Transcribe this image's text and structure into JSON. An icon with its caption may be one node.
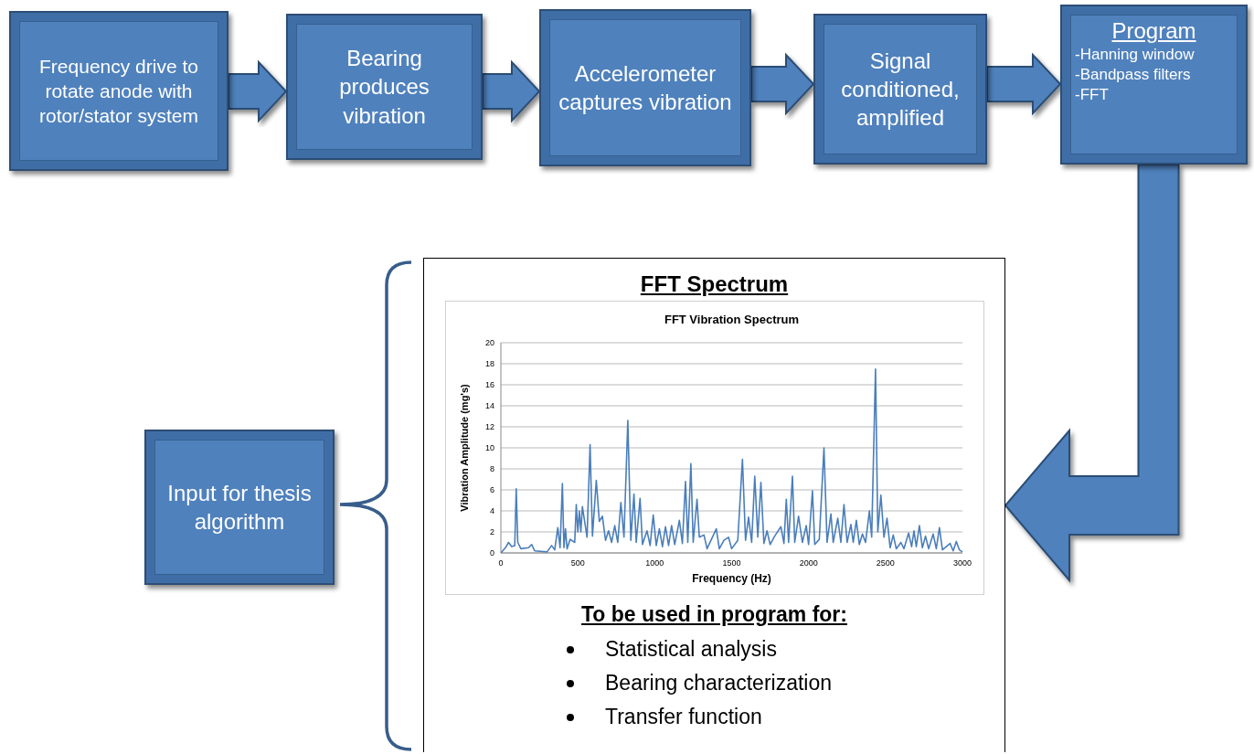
{
  "diagram": {
    "nodes": [
      {
        "text": [
          "Frequency drive to rotate anode with rotor/stator system"
        ]
      },
      {
        "text": [
          "Bearing produces vibration"
        ]
      },
      {
        "text": [
          "Accelerometer captures vibration"
        ]
      },
      {
        "text": [
          "Signal conditioned, amplified"
        ]
      },
      {
        "text": [
          "Program",
          "-Hanning window",
          "-Bandpass filters",
          "-FFT"
        ]
      },
      {
        "text": [
          "FFT Spectrum",
          "To be used in program for:",
          "Statistical analysis",
          "Bearing characterization",
          "Transfer function"
        ]
      },
      {
        "text": [
          "Input for thesis algorithm"
        ]
      }
    ],
    "edges": [
      {
        "from": 0,
        "to": 1,
        "arrow": "to"
      },
      {
        "from": 1,
        "to": 2,
        "arrow": "to"
      },
      {
        "from": 2,
        "to": 3,
        "arrow": "to"
      },
      {
        "from": 3,
        "to": 4,
        "arrow": "to"
      },
      {
        "from": 4,
        "to": 5,
        "arrow": "to"
      }
    ],
    "chart_data": {
      "type": "line",
      "grid": true,
      "title": "FFT Vibration Spectrum",
      "xlabel": "Frequency (Hz)",
      "ylabel": "Vibration Amplitude (mg's)",
      "xlim": [
        0,
        3000
      ],
      "ylim": [
        0,
        20
      ],
      "xticks": [
        0,
        500,
        1000,
        1500,
        2000,
        2500,
        3000
      ],
      "yticks": [
        0,
        2,
        4,
        6,
        8,
        10,
        12,
        14,
        16,
        18,
        20
      ],
      "x": [
        0,
        30,
        50,
        70,
        90,
        100,
        110,
        130,
        180,
        200,
        220,
        300,
        330,
        350,
        370,
        385,
        400,
        410,
        420,
        430,
        450,
        480,
        490,
        500,
        510,
        520,
        530,
        560,
        580,
        595,
        620,
        640,
        660,
        680,
        700,
        720,
        740,
        760,
        780,
        800,
        825,
        845,
        865,
        880,
        905,
        920,
        950,
        970,
        990,
        1010,
        1030,
        1050,
        1070,
        1090,
        1110,
        1130,
        1160,
        1180,
        1200,
        1215,
        1235,
        1250,
        1275,
        1290,
        1320,
        1340,
        1400,
        1420,
        1450,
        1480,
        1500,
        1540,
        1570,
        1590,
        1610,
        1630,
        1650,
        1670,
        1690,
        1710,
        1730,
        1750,
        1780,
        1820,
        1840,
        1855,
        1870,
        1895,
        1910,
        1935,
        1960,
        1985,
        2000,
        2025,
        2040,
        2070,
        2100,
        2120,
        2145,
        2160,
        2190,
        2210,
        2230,
        2250,
        2275,
        2290,
        2310,
        2330,
        2350,
        2370,
        2395,
        2410,
        2435,
        2450,
        2470,
        2490,
        2510,
        2530,
        2550,
        2570,
        2600,
        2620,
        2650,
        2670,
        2685,
        2700,
        2720,
        2740,
        2760,
        2780,
        2810,
        2830,
        2850,
        2870,
        2920,
        2940,
        2960,
        2980,
        3000
      ],
      "series": [
        {
          "color": "#4a7ebb",
          "values": [
            0,
            0.5,
            1,
            0.6,
            0.7,
            6.1,
            1,
            0.4,
            0.5,
            0.8,
            0.2,
            0.1,
            0.7,
            0.3,
            2.4,
            0.5,
            6.6,
            0.5,
            2.3,
            0.4,
            1.3,
            1,
            4.6,
            2,
            4,
            2,
            4.4,
            1.5,
            10.3,
            1.6,
            6.9,
            3,
            3.5,
            1.2,
            2.1,
            1,
            2.6,
            1,
            4.8,
            1.5,
            12.6,
            1.2,
            5.6,
            1,
            5.2,
            0.8,
            2.1,
            0.7,
            3.6,
            0.7,
            2.3,
            0.6,
            2.5,
            0.7,
            2.6,
            0.8,
            3.1,
            0.9,
            6.8,
            1,
            8.5,
            1,
            5.1,
            1.5,
            1.7,
            0.4,
            2.3,
            0.4,
            1.2,
            1.5,
            0.4,
            1.2,
            8.9,
            1.2,
            3.4,
            1,
            7.3,
            1.5,
            6.7,
            0.9,
            2.1,
            0.8,
            1.6,
            2.5,
            0.9,
            5.1,
            1,
            7.3,
            1,
            3.5,
            1,
            2.6,
            0.8,
            5.9,
            0.8,
            1.3,
            10,
            1,
            3.7,
            1,
            3.3,
            1,
            4.6,
            1,
            2.7,
            1,
            3.1,
            0.8,
            1.8,
            1,
            4,
            1.5,
            17.5,
            2,
            5.5,
            1.5,
            3.3,
            0.5,
            1.7,
            0.4,
            1,
            0.4,
            1.9,
            0.6,
            2.1,
            0.6,
            2.6,
            0.5,
            1.6,
            0.4,
            1.8,
            0.4,
            2.4,
            0.3,
            0.9,
            0.2,
            1.1,
            0.3,
            0.1
          ]
        }
      ]
    }
  }
}
